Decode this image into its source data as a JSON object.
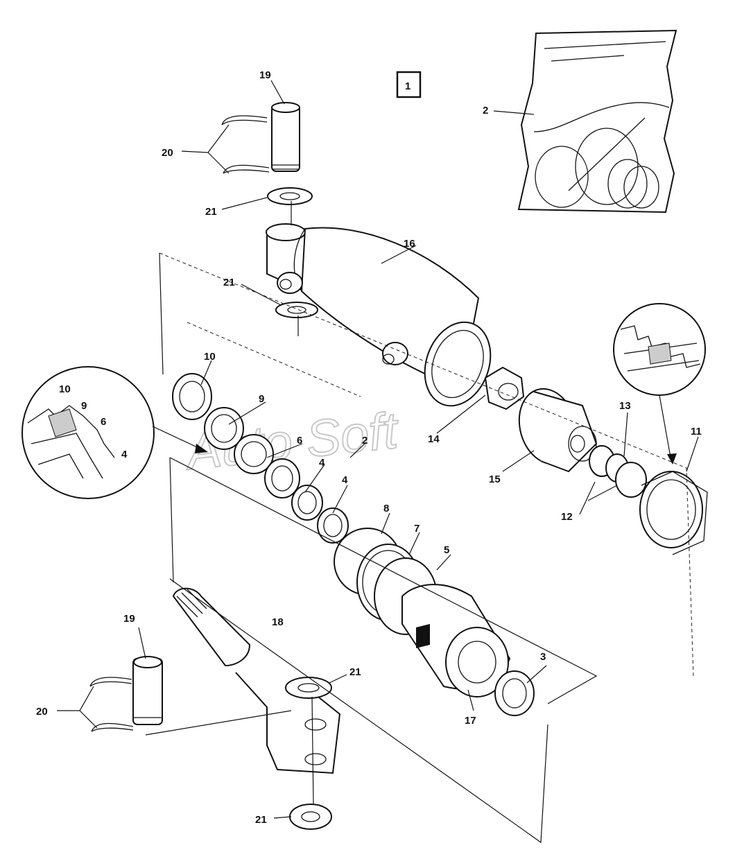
{
  "box_label": "1",
  "watermark": "Auto Soft",
  "callouts": {
    "c19_top": "19",
    "c20_top": "20",
    "c21_top": "21",
    "c16": "16",
    "c21_mid": "21",
    "c2_bag": "2",
    "c10": "10",
    "c9": "9",
    "c6": "6",
    "c4a": "4",
    "c4b": "4",
    "c2": "2",
    "c14": "14",
    "c15": "15",
    "c13": "13",
    "c11": "11",
    "c12": "12",
    "c8": "8",
    "c7": "7",
    "c5": "5",
    "c3": "3",
    "c17": "17",
    "c18": "18",
    "c19_bot": "19",
    "c20_bot": "20",
    "c21_bot1": "21",
    "c21_bot2": "21"
  },
  "detail_left": {
    "c10": "10",
    "c9": "9",
    "c6": "6",
    "c4": "4"
  }
}
